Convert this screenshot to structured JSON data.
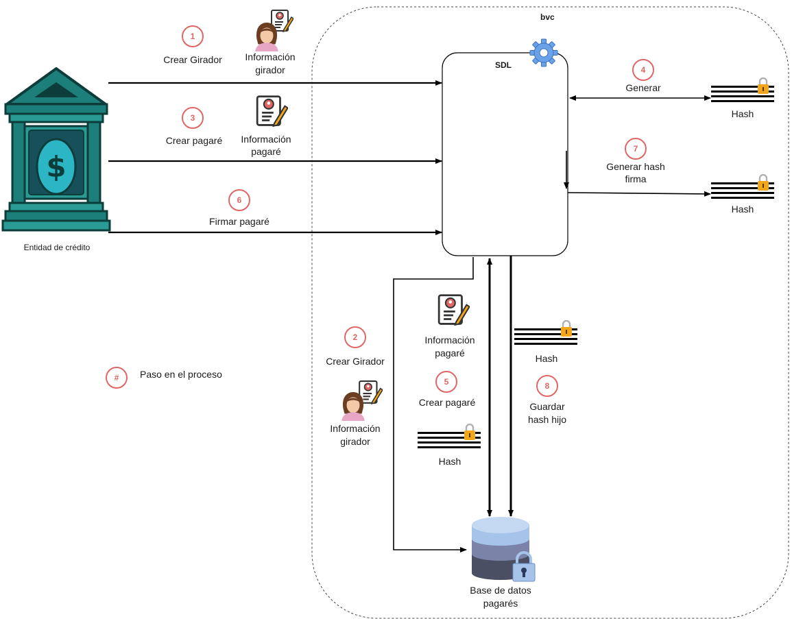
{
  "boundary": {
    "label": "bvc"
  },
  "entity": {
    "label": "Entidad de crédito"
  },
  "sdl": {
    "label": "SDL"
  },
  "database": {
    "label_line1": "Base de datos",
    "label_line2": "pagarés"
  },
  "legend": {
    "symbol": "#",
    "text": "Paso en el proceso"
  },
  "steps": {
    "s1": {
      "num": "1",
      "label": "Crear Girador",
      "doc_line1": "Información",
      "doc_line2": "girador"
    },
    "s2": {
      "num": "2",
      "label": "Crear Girador",
      "doc_line1": "Información",
      "doc_line2": "girador"
    },
    "s3": {
      "num": "3",
      "label": "Crear pagaré",
      "doc_line1": "Información",
      "doc_line2": "pagaré"
    },
    "s4": {
      "num": "4",
      "label": "Generar",
      "hash": "Hash"
    },
    "s5": {
      "num": "5",
      "label": "Crear pagaré",
      "doc_line1": "Información",
      "doc_line2": "pagaré",
      "hash": "Hash"
    },
    "s6": {
      "num": "6",
      "label": "Firmar pagaré"
    },
    "s7": {
      "num": "7",
      "label_line1": "Generar hash",
      "label_line2": "firma",
      "hash": "Hash"
    },
    "s8": {
      "num": "8",
      "label_line1": "Guardar",
      "label_line2": "hash hijo",
      "hash": "Hash"
    }
  },
  "colors": {
    "step": "#e06666",
    "bank": "#1d7f7a",
    "bank_dark": "#0d3d3b",
    "coin": "#2bb5c5",
    "lock": "#f2a71b",
    "gear": "#6aa2e8",
    "db_top": "#a6c4ea",
    "db_mid": "#7c83a8",
    "db_bottom": "#4b4f63"
  }
}
